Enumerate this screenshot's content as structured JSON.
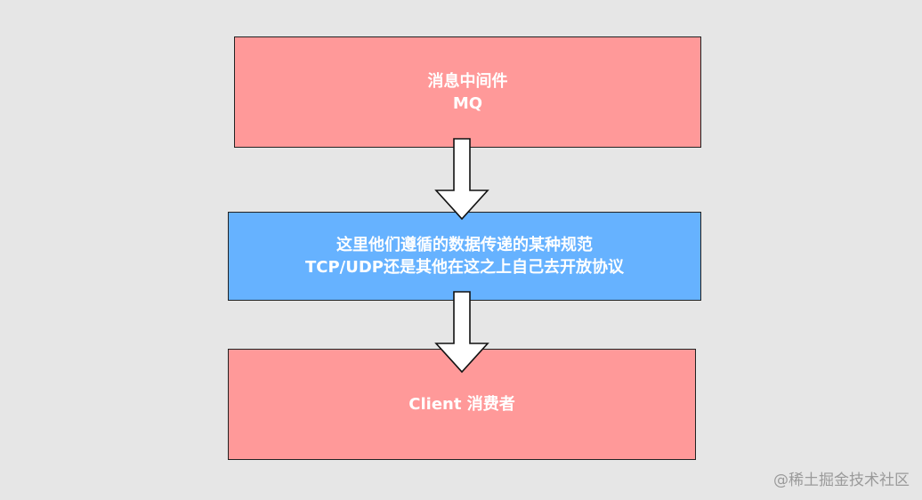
{
  "diagram": {
    "nodes": [
      {
        "id": "mq",
        "lines": [
          "消息中间件",
          "MQ"
        ],
        "color": "#ff9999"
      },
      {
        "id": "protocol",
        "lines": [
          "这里他们遵循的数据传递的某种规范",
          "TCP/UDP还是其他在这之上自己去开放协议"
        ],
        "color": "#66b2ff"
      },
      {
        "id": "client",
        "lines": [
          "Client 消费者"
        ],
        "color": "#ff9999"
      }
    ],
    "edges": [
      {
        "from": "mq",
        "to": "protocol"
      },
      {
        "from": "protocol",
        "to": "client"
      }
    ]
  },
  "watermark": "@稀土掘金技术社区"
}
